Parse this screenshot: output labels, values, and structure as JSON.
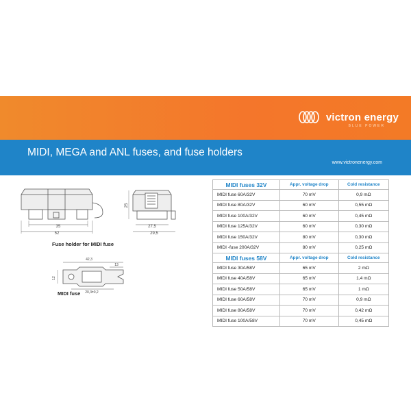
{
  "header": {
    "brand_name": "victron energy",
    "brand_sub": "BLUE POWER",
    "title": "MIDI, MEGA and ANL fuses, and fuse holders",
    "website": "www.victronenergy.com",
    "colors": {
      "orange": "#f37a26",
      "blue": "#1f84c8"
    }
  },
  "drawings": {
    "holder_caption": "Fuse holder for MIDI fuse",
    "fuse_caption": "MIDI fuse",
    "dims": {
      "holder_w1": "35",
      "holder_w2": "52",
      "side_h": "25",
      "side_w1": "27,5",
      "side_w2": "29,5",
      "fuse_w": "42,3",
      "fuse_tab": "13",
      "fuse_h": "12",
      "fuse_hole": "20,3±0,2"
    }
  },
  "table": {
    "col_voltage": "Appr. voltage drop",
    "col_resistance": "Cold resistance",
    "sections": [
      {
        "title": "MIDI fuses 32V",
        "rows": [
          {
            "name": "MIDI fuse 60A/32V",
            "voltage": "70 mV",
            "resistance": "0,9 mΩ"
          },
          {
            "name": "MIDI fuse 80A/32V",
            "voltage": "60 mV",
            "resistance": "0,55 mΩ"
          },
          {
            "name": "MIDI fuse 100A/32V",
            "voltage": "60 mV",
            "resistance": "0,45 mΩ"
          },
          {
            "name": "MIDI fuse 125A/32V",
            "voltage": "60 mV",
            "resistance": "0,30 mΩ"
          },
          {
            "name": "MIDI fuse 150A/32V",
            "voltage": "80 mV",
            "resistance": "0,30 mΩ"
          },
          {
            "name": "MIDI -fuse 200A/32V",
            "voltage": "80 mV",
            "resistance": "0,25 mΩ"
          }
        ]
      },
      {
        "title": "MIDI fuses 58V",
        "rows": [
          {
            "name": "MIDI fuse 30A/58V",
            "voltage": "65 mV",
            "resistance": "2 mΩ"
          },
          {
            "name": "MIDI fuse 40A/58V",
            "voltage": "65 mV",
            "resistance": "1,4 mΩ"
          },
          {
            "name": "MIDI fuse 50A/58V",
            "voltage": "65 mV",
            "resistance": "1 mΩ"
          },
          {
            "name": "MIDI fuse 60A/58V",
            "voltage": "70 mV",
            "resistance": "0,9 mΩ"
          },
          {
            "name": "MIDI fuse 80A/58V",
            "voltage": "70 mV",
            "resistance": "0,42 mΩ"
          },
          {
            "name": "MIDI fuse 100A/58V",
            "voltage": "70 mV",
            "resistance": "0,45 mΩ"
          }
        ]
      }
    ]
  }
}
